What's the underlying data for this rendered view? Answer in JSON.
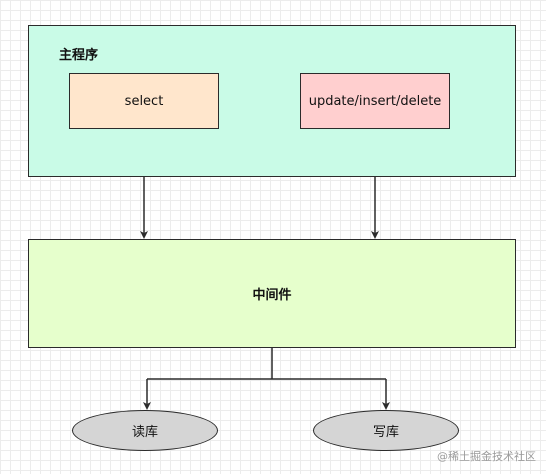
{
  "diagram": {
    "main_program": {
      "title": "主程序"
    },
    "select_box": {
      "label": "select"
    },
    "write_box": {
      "label": "update/insert/delete"
    },
    "middleware": {
      "label": "中间件"
    },
    "read_db": {
      "label": "读库"
    },
    "write_db": {
      "label": "写库"
    }
  },
  "watermark": {
    "text": "@稀土掘金技术社区"
  },
  "colors": {
    "main_program_fill": "#c9fbe7",
    "select_fill": "#ffe6cc",
    "write_fill": "#ffcfcf",
    "middleware_fill": "#e6ffcc",
    "db_fill": "#d5d5d5",
    "stroke": "#2b2b2b"
  }
}
